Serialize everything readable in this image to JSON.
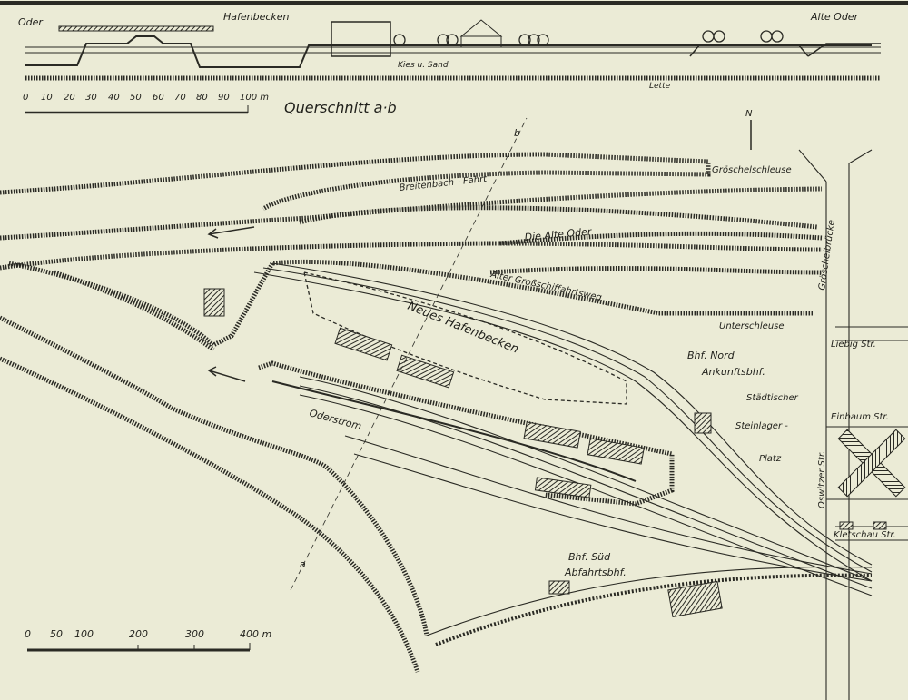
{
  "cross_section": {
    "title": "Querschnitt a·b",
    "labels": {
      "oder": "Oder",
      "hafenbecken": "Hafenbecken",
      "kies": "Kies u. Sand",
      "lette": "Lette",
      "alte_oder": "Alte Oder"
    },
    "scale": {
      "ticks": [
        "0",
        "10",
        "20",
        "30",
        "40",
        "50",
        "60",
        "70",
        "80",
        "90",
        "100 m"
      ]
    }
  },
  "map": {
    "north": "N",
    "section_marks": {
      "a": "a",
      "b": "b"
    },
    "labels": {
      "breitenbach": "Breitenbach - Fahrt",
      "groeschelschleuse": "Gröschelschleuse",
      "groeschelbruecke": "Gröschelbrücke",
      "alte_oder": "Die Alte Oder",
      "grossschiffahrtsweg": "Alter Großschiffahrtsweg",
      "unterschleuse": "Unterschleuse",
      "neues_hafenbecken": "Neues Hafenbecken",
      "liebig": "Liebig Str.",
      "bhf_nord": "Bhf. Nord",
      "ankunftsbhf": "Ankunftsbhf.",
      "staedtischer": "Städtischer",
      "steinlager": "Steinlager -",
      "platz": "Platz",
      "einbaum": "Einbaum Str.",
      "oswitzer": "Oswitzer Str.",
      "kletschau": "Kletschau Str.",
      "oderstrom": "Oderstrom",
      "bhf_sued": "Bhf. Süd",
      "abfahrtsbhf": "Abfahrtsbhf."
    },
    "scale": {
      "ticks": [
        "0",
        "50",
        "100",
        "200",
        "300",
        "400 m"
      ]
    }
  }
}
